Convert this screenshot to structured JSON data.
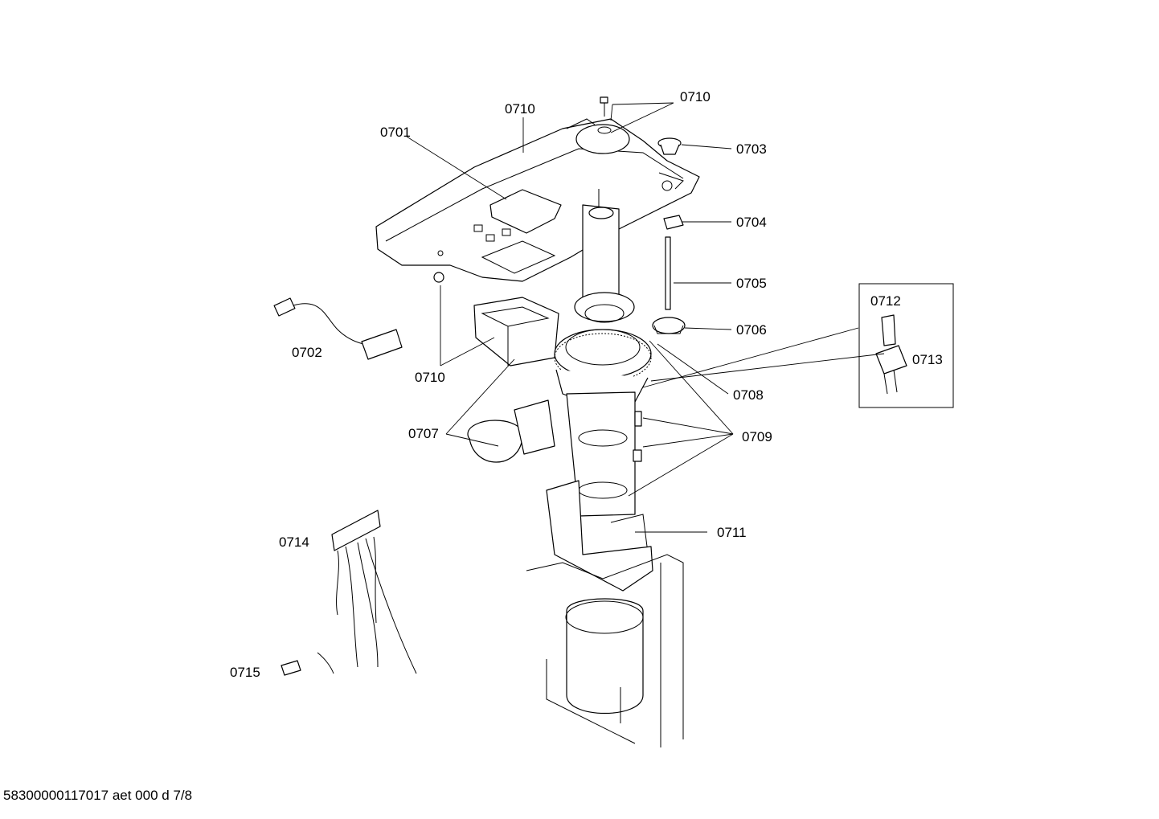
{
  "callouts": {
    "c0710_top": "0710",
    "c0710_left": "0710",
    "c0710_low": "0710",
    "c0701": "0701",
    "c0703": "0703",
    "c0704": "0704",
    "c0705": "0705",
    "c0706": "0706",
    "c0702": "0702",
    "c0712": "0712",
    "c0713": "0713",
    "c0708": "0708",
    "c0707": "0707",
    "c0709": "0709",
    "c0711": "0711",
    "c0714": "0714",
    "c0715": "0715"
  },
  "footer": {
    "doc_id": "58300000117017 aet 000 d 7/8"
  }
}
